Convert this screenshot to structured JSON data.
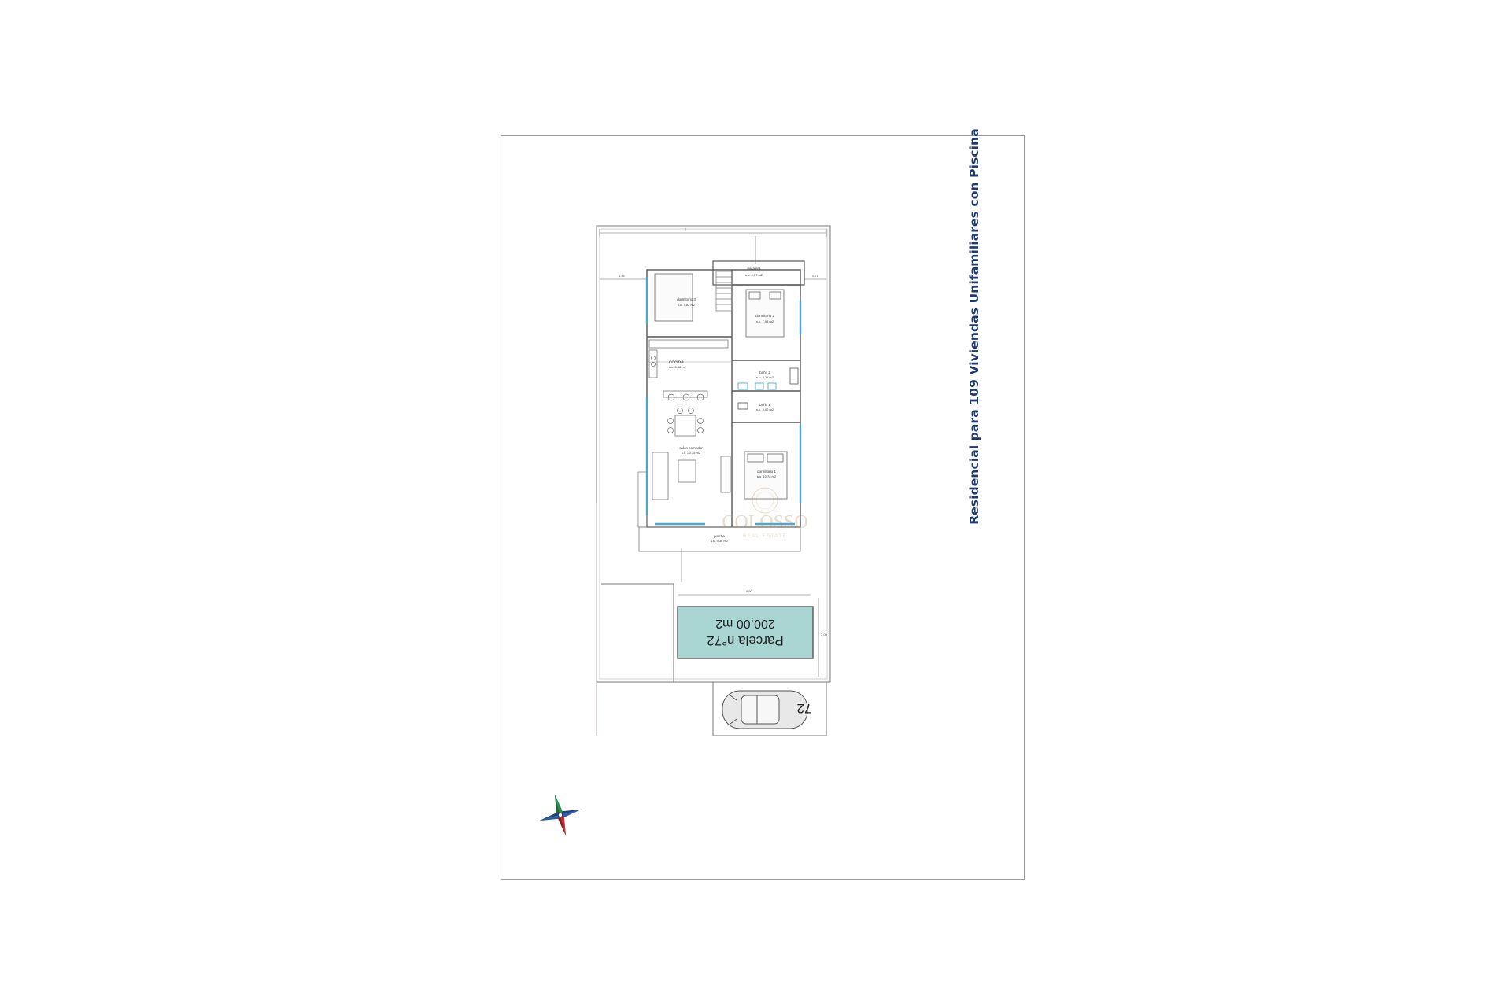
{
  "title": "Residencial para 109 Viviendas Unifamiliares con Piscina",
  "rooms": {
    "escalera": {
      "name": "escalera",
      "area": "s.u. 4,07 m2"
    },
    "dormitorio3": {
      "name": "dormitorio 3",
      "area": "s.u. 7,82 m2"
    },
    "dormitorio2": {
      "name": "dormitorio 2",
      "area": "s.u. 7,93 m2"
    },
    "cocina": {
      "name": "cocina",
      "area": "s.u. 6,88 m2"
    },
    "bano2": {
      "name": "baño 2",
      "area": "s.u. 4,11 m2"
    },
    "bano1": {
      "name": "baño 1",
      "area": "s.u. 3,40 m2"
    },
    "salon": {
      "name": "salón comedor",
      "area": "s.u. 20,35 m2"
    },
    "dormitorio1": {
      "name": "dormitorio 1",
      "area": "s.u. 10,78 m2"
    },
    "porche": {
      "name": "porche",
      "area": "s.u. 9,36 m2"
    }
  },
  "pool": {
    "line1": "Parcela n°72",
    "line2": "200,00 m2",
    "color": "#a9d6d3"
  },
  "parking_number": "72",
  "watermark": {
    "name": "COLOSSO",
    "sub": "REAL ESTATE"
  },
  "colors": {
    "title": "#1f3a6e",
    "wall": "#555555",
    "glazing": "#4aa8d8",
    "frame": "#9a9a9a"
  }
}
